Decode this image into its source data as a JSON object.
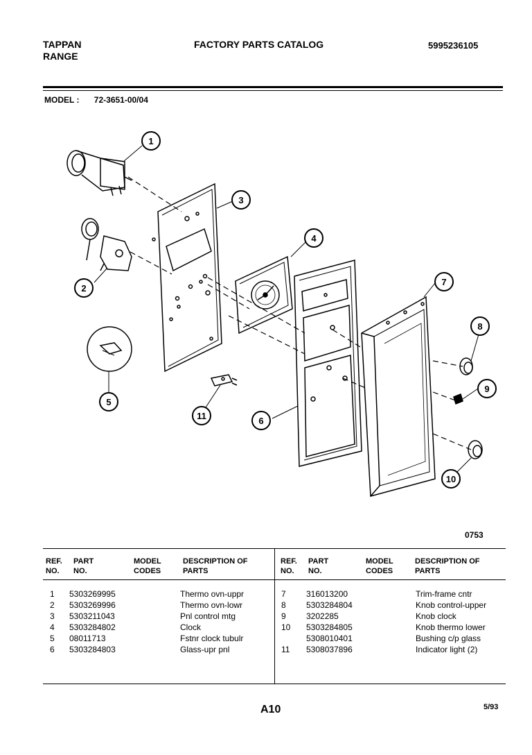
{
  "header": {
    "brand": "TAPPAN",
    "product": "RANGE",
    "title": "FACTORY PARTS CATALOG",
    "catalog_number": "5995236105"
  },
  "model": {
    "label": "MODEL :",
    "value": "72-3651-00/04"
  },
  "diagram": {
    "callouts": [
      "1",
      "2",
      "3",
      "4",
      "5",
      "6",
      "7",
      "8",
      "9",
      "10",
      "11"
    ],
    "figure_code": "0753"
  },
  "table": {
    "headers": {
      "ref": "REF. NO.",
      "part": "PART NO.",
      "model_codes": "MODEL CODES",
      "description": "DESCRIPTION OF PARTS"
    },
    "left_rows": [
      {
        "ref": "1",
        "part": "5303269995",
        "codes": "",
        "desc": "Thermo ovn-uppr"
      },
      {
        "ref": "2",
        "part": "5303269996",
        "codes": "",
        "desc": "Thermo ovn-lowr"
      },
      {
        "ref": "3",
        "part": "5303211043",
        "codes": "",
        "desc": "Pnl control mtg"
      },
      {
        "ref": "4",
        "part": "5303284802",
        "codes": "",
        "desc": "Clock"
      },
      {
        "ref": "5",
        "part": "08011713",
        "codes": "",
        "desc": "Fstnr clock tubulr"
      },
      {
        "ref": "6",
        "part": "5303284803",
        "codes": "",
        "desc": "Glass-upr pnl"
      }
    ],
    "right_rows": [
      {
        "ref": "7",
        "part": "316013200",
        "codes": "",
        "desc": "Trim-frame cntr"
      },
      {
        "ref": "8",
        "part": "5303284804",
        "codes": "",
        "desc": "Knob control-upper"
      },
      {
        "ref": "9",
        "part": "3202285",
        "codes": "",
        "desc": "Knob clock"
      },
      {
        "ref": "10",
        "part": "5303284805",
        "codes": "",
        "desc": "Knob thermo lower"
      },
      {
        "ref": "",
        "part": "5308010401",
        "codes": "",
        "desc": "Bushing c/p glass"
      },
      {
        "ref": "11",
        "part": "5308037896",
        "codes": "",
        "desc": "Indicator light (2)"
      }
    ]
  },
  "footer": {
    "page": "A10",
    "date": "5/93"
  }
}
